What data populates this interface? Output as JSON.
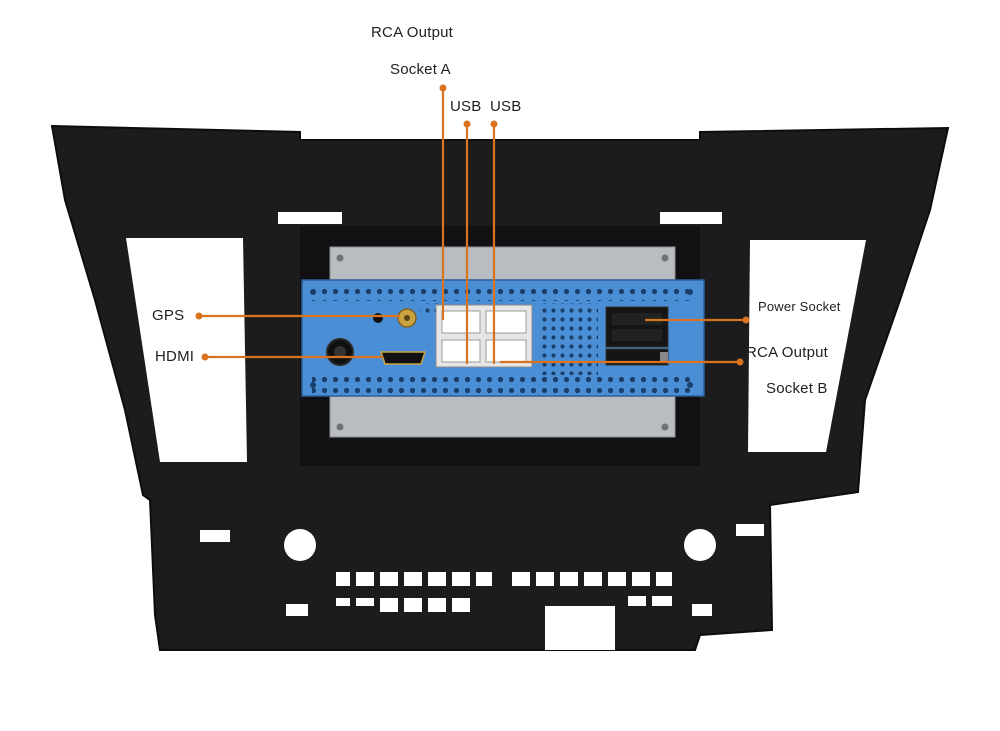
{
  "labels": {
    "rca_output_a_line1": "RCA Output",
    "rca_output_a_line2": "Socket A",
    "usb_1": "USB",
    "usb_2": "USB",
    "gps": "GPS",
    "hdmi": "HDMI",
    "power_socket": "Power Socket",
    "rca_output_b_line1": "RCA Output",
    "rca_output_b_line2": "Socket B"
  },
  "colors": {
    "pointer": "#d9731f",
    "housing": "#1c1c1e",
    "unit_body": "#4a8fd6",
    "back_plate": "#b9bcc0",
    "connector": "#e6e6e6",
    "text": "#1f1f1f"
  }
}
